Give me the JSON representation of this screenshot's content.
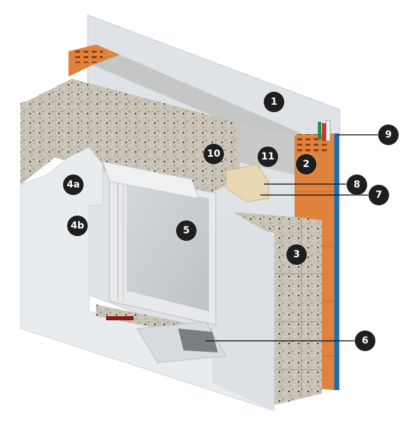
{
  "diagram": {
    "colors": {
      "background": "#ffffff",
      "wall_panel": "#dfe2e6",
      "render": "#e9ecef",
      "insulation": "#c8c2b6",
      "concrete": "#bcbcbc",
      "brick": "#e0813c",
      "wood": "#e9d7b3",
      "marker": "#1e1e1e",
      "pipe_blue": "#1a6fb3"
    },
    "markers": [
      {
        "id": "m1",
        "label": "1"
      },
      {
        "id": "m2",
        "label": "2"
      },
      {
        "id": "m3",
        "label": "3"
      },
      {
        "id": "m4a",
        "label": "4a"
      },
      {
        "id": "m4b",
        "label": "4b"
      },
      {
        "id": "m5",
        "label": "5"
      },
      {
        "id": "m6",
        "label": "6"
      },
      {
        "id": "m7",
        "label": "7"
      },
      {
        "id": "m8",
        "label": "8"
      },
      {
        "id": "m9",
        "label": "9"
      },
      {
        "id": "m10",
        "label": "10"
      },
      {
        "id": "m11",
        "label": "11"
      }
    ]
  }
}
